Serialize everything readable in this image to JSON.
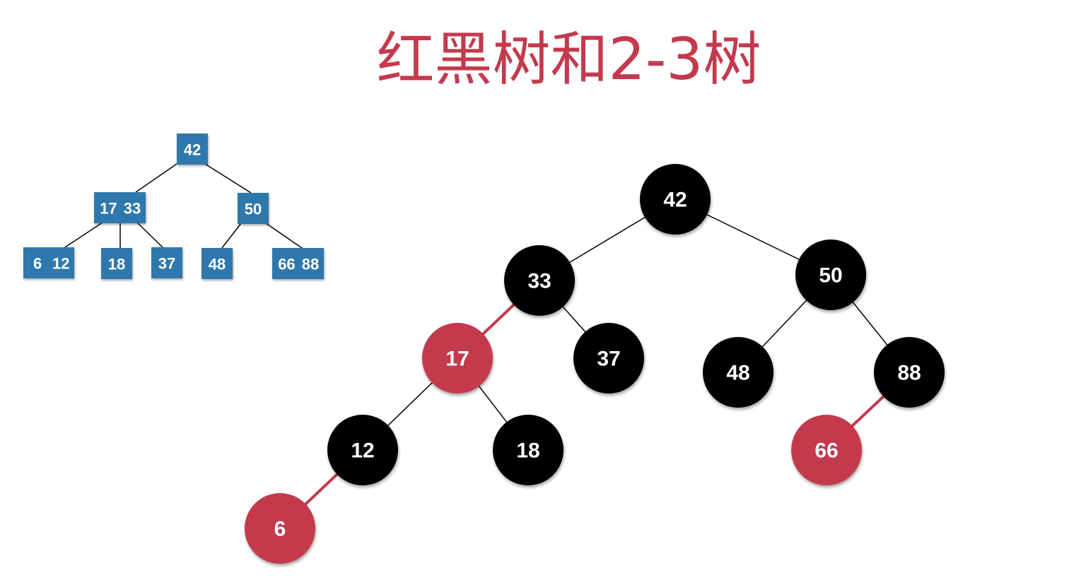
{
  "title": "红黑树和2-3树",
  "colors": {
    "title": "#c43a4d",
    "tree23_node": "#2f78ad",
    "black_node": "#000000",
    "red_node": "#c43a4d",
    "black_link": "#000000",
    "red_link": "#c43a4d"
  },
  "tree23": {
    "nodes": [
      {
        "id": "n42",
        "keys": [
          "42"
        ]
      },
      {
        "id": "n17_33",
        "keys": [
          "17",
          "33"
        ]
      },
      {
        "id": "n50",
        "keys": [
          "50"
        ]
      },
      {
        "id": "n6_12",
        "keys": [
          "6",
          "12"
        ]
      },
      {
        "id": "n18",
        "keys": [
          "18"
        ]
      },
      {
        "id": "n37",
        "keys": [
          "37"
        ]
      },
      {
        "id": "n48",
        "keys": [
          "48"
        ]
      },
      {
        "id": "n66_88",
        "keys": [
          "66",
          "88"
        ]
      }
    ],
    "edges": [
      [
        "n42",
        "n17_33"
      ],
      [
        "n42",
        "n50"
      ],
      [
        "n17_33",
        "n6_12"
      ],
      [
        "n17_33",
        "n18"
      ],
      [
        "n17_33",
        "n37"
      ],
      [
        "n50",
        "n48"
      ],
      [
        "n50",
        "n66_88"
      ]
    ]
  },
  "rbtree": {
    "nodes": [
      {
        "key": "42",
        "color": "black"
      },
      {
        "key": "33",
        "color": "black"
      },
      {
        "key": "50",
        "color": "black"
      },
      {
        "key": "17",
        "color": "red"
      },
      {
        "key": "37",
        "color": "black"
      },
      {
        "key": "48",
        "color": "black"
      },
      {
        "key": "88",
        "color": "black"
      },
      {
        "key": "12",
        "color": "black"
      },
      {
        "key": "18",
        "color": "black"
      },
      {
        "key": "66",
        "color": "red"
      },
      {
        "key": "6",
        "color": "red"
      }
    ],
    "edges": [
      {
        "from": "42",
        "to": "33",
        "color": "black"
      },
      {
        "from": "42",
        "to": "50",
        "color": "black"
      },
      {
        "from": "33",
        "to": "17",
        "color": "red"
      },
      {
        "from": "33",
        "to": "37",
        "color": "black"
      },
      {
        "from": "50",
        "to": "48",
        "color": "black"
      },
      {
        "from": "50",
        "to": "88",
        "color": "black"
      },
      {
        "from": "17",
        "to": "12",
        "color": "black"
      },
      {
        "from": "17",
        "to": "18",
        "color": "black"
      },
      {
        "from": "88",
        "to": "66",
        "color": "red"
      },
      {
        "from": "12",
        "to": "6",
        "color": "red"
      }
    ]
  }
}
